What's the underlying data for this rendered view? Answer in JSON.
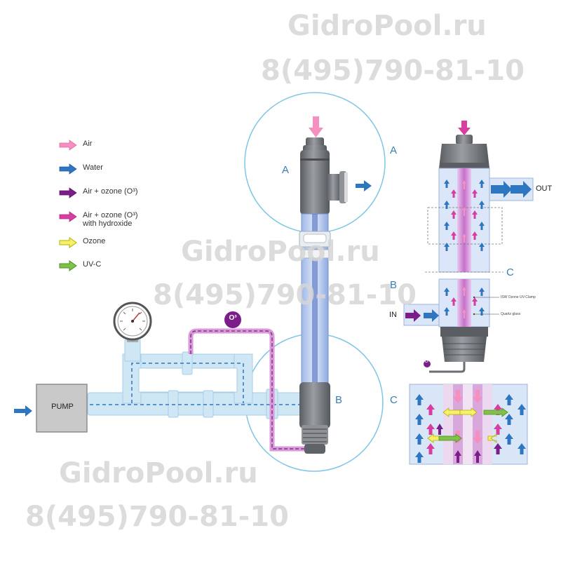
{
  "watermark": {
    "site": "GidroPool.ru",
    "phone": "8(495)790-81-10"
  },
  "legend": [
    {
      "label": "Air",
      "color": "#f48fbf",
      "stroke": "#e06aa2",
      "icon": "air-arrow-icon"
    },
    {
      "label": "Water",
      "color": "#2f76c0",
      "stroke": "#1f5f9e",
      "icon": "water-arrow-icon"
    },
    {
      "label": "Air + ozone (O³)",
      "color": "#7b1e8a",
      "stroke": "#5e1269",
      "icon": "air-ozone-arrow-icon"
    },
    {
      "label": "Air + ozone (O³)",
      "label2": "with hydroxide",
      "color": "#d63fa0",
      "stroke": "#b02985",
      "icon": "air-ozone-hydroxide-arrow-icon"
    },
    {
      "label": "Ozone",
      "color": "#f5f26a",
      "stroke": "#b5b000",
      "icon": "ozone-arrow-icon"
    },
    {
      "label": "UV-C",
      "color": "#7fc24a",
      "stroke": "#4f8f22",
      "icon": "uvc-arrow-icon"
    }
  ],
  "labels": {
    "pump": "PUMP",
    "ozone_badge": "O³",
    "zone_a_left": "A",
    "zone_a_right": "A",
    "zone_b_left": "B",
    "zone_b_right": "B",
    "zone_c_top": "C",
    "zone_c_bottom": "C",
    "out": "OUT",
    "in": "IN",
    "clamp_note": "ISW Ozone UV-Clamp",
    "quartz_note": "Quartz glass",
    "o3_small": "O³"
  },
  "colors": {
    "pipe": "#cfe6f5",
    "pipe_edge": "#a9cde6",
    "unit_grey": "#6b6e72",
    "circle": "#7fc6e6"
  }
}
